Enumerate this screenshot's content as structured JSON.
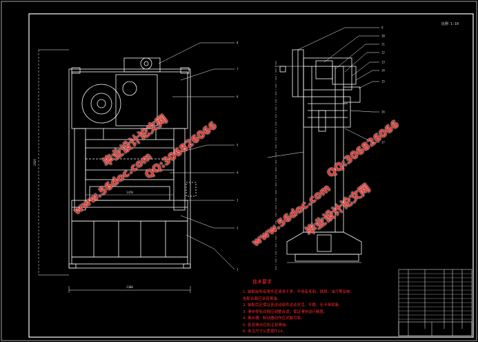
{
  "drawing": {
    "scale_label": "比例 1:10",
    "tech_req_title": "技术要求",
    "tech_requirements": [
      "1. 装配前所有零件应清洗干净，不得有毛刺、铁屑、油污等杂物，",
      "各配合面应涂润滑油。",
      "2. 装配后应保证各运动部件运动灵活、平稳，无卡滞现象。",
      "3. 滑块导轨间隙应调整合适，保证滑块运行精度。",
      "4. 离合器、制动器动作应灵敏可靠。",
      "5. 各润滑点应加注润滑油。",
      "6. 未注尺寸公差按IT14。"
    ],
    "front_view_labels": [
      "8",
      "7",
      "6",
      "5",
      "4",
      "3",
      "2",
      "1"
    ],
    "side_view_labels": [
      "9",
      "10",
      "11",
      "12",
      "13",
      "14",
      "15",
      "16",
      "17"
    ],
    "dim_height": "2920",
    "dim_width": "2300",
    "dim_inner": "1470"
  },
  "watermarks": {
    "site": "www.56doc.com",
    "qq": "QQ:306826066",
    "brand": "毕业设计论文网"
  },
  "colors": {
    "background": "#000000",
    "lines": "#ffffff",
    "watermark": "#e8362f",
    "notes": "#ff2a2a"
  }
}
